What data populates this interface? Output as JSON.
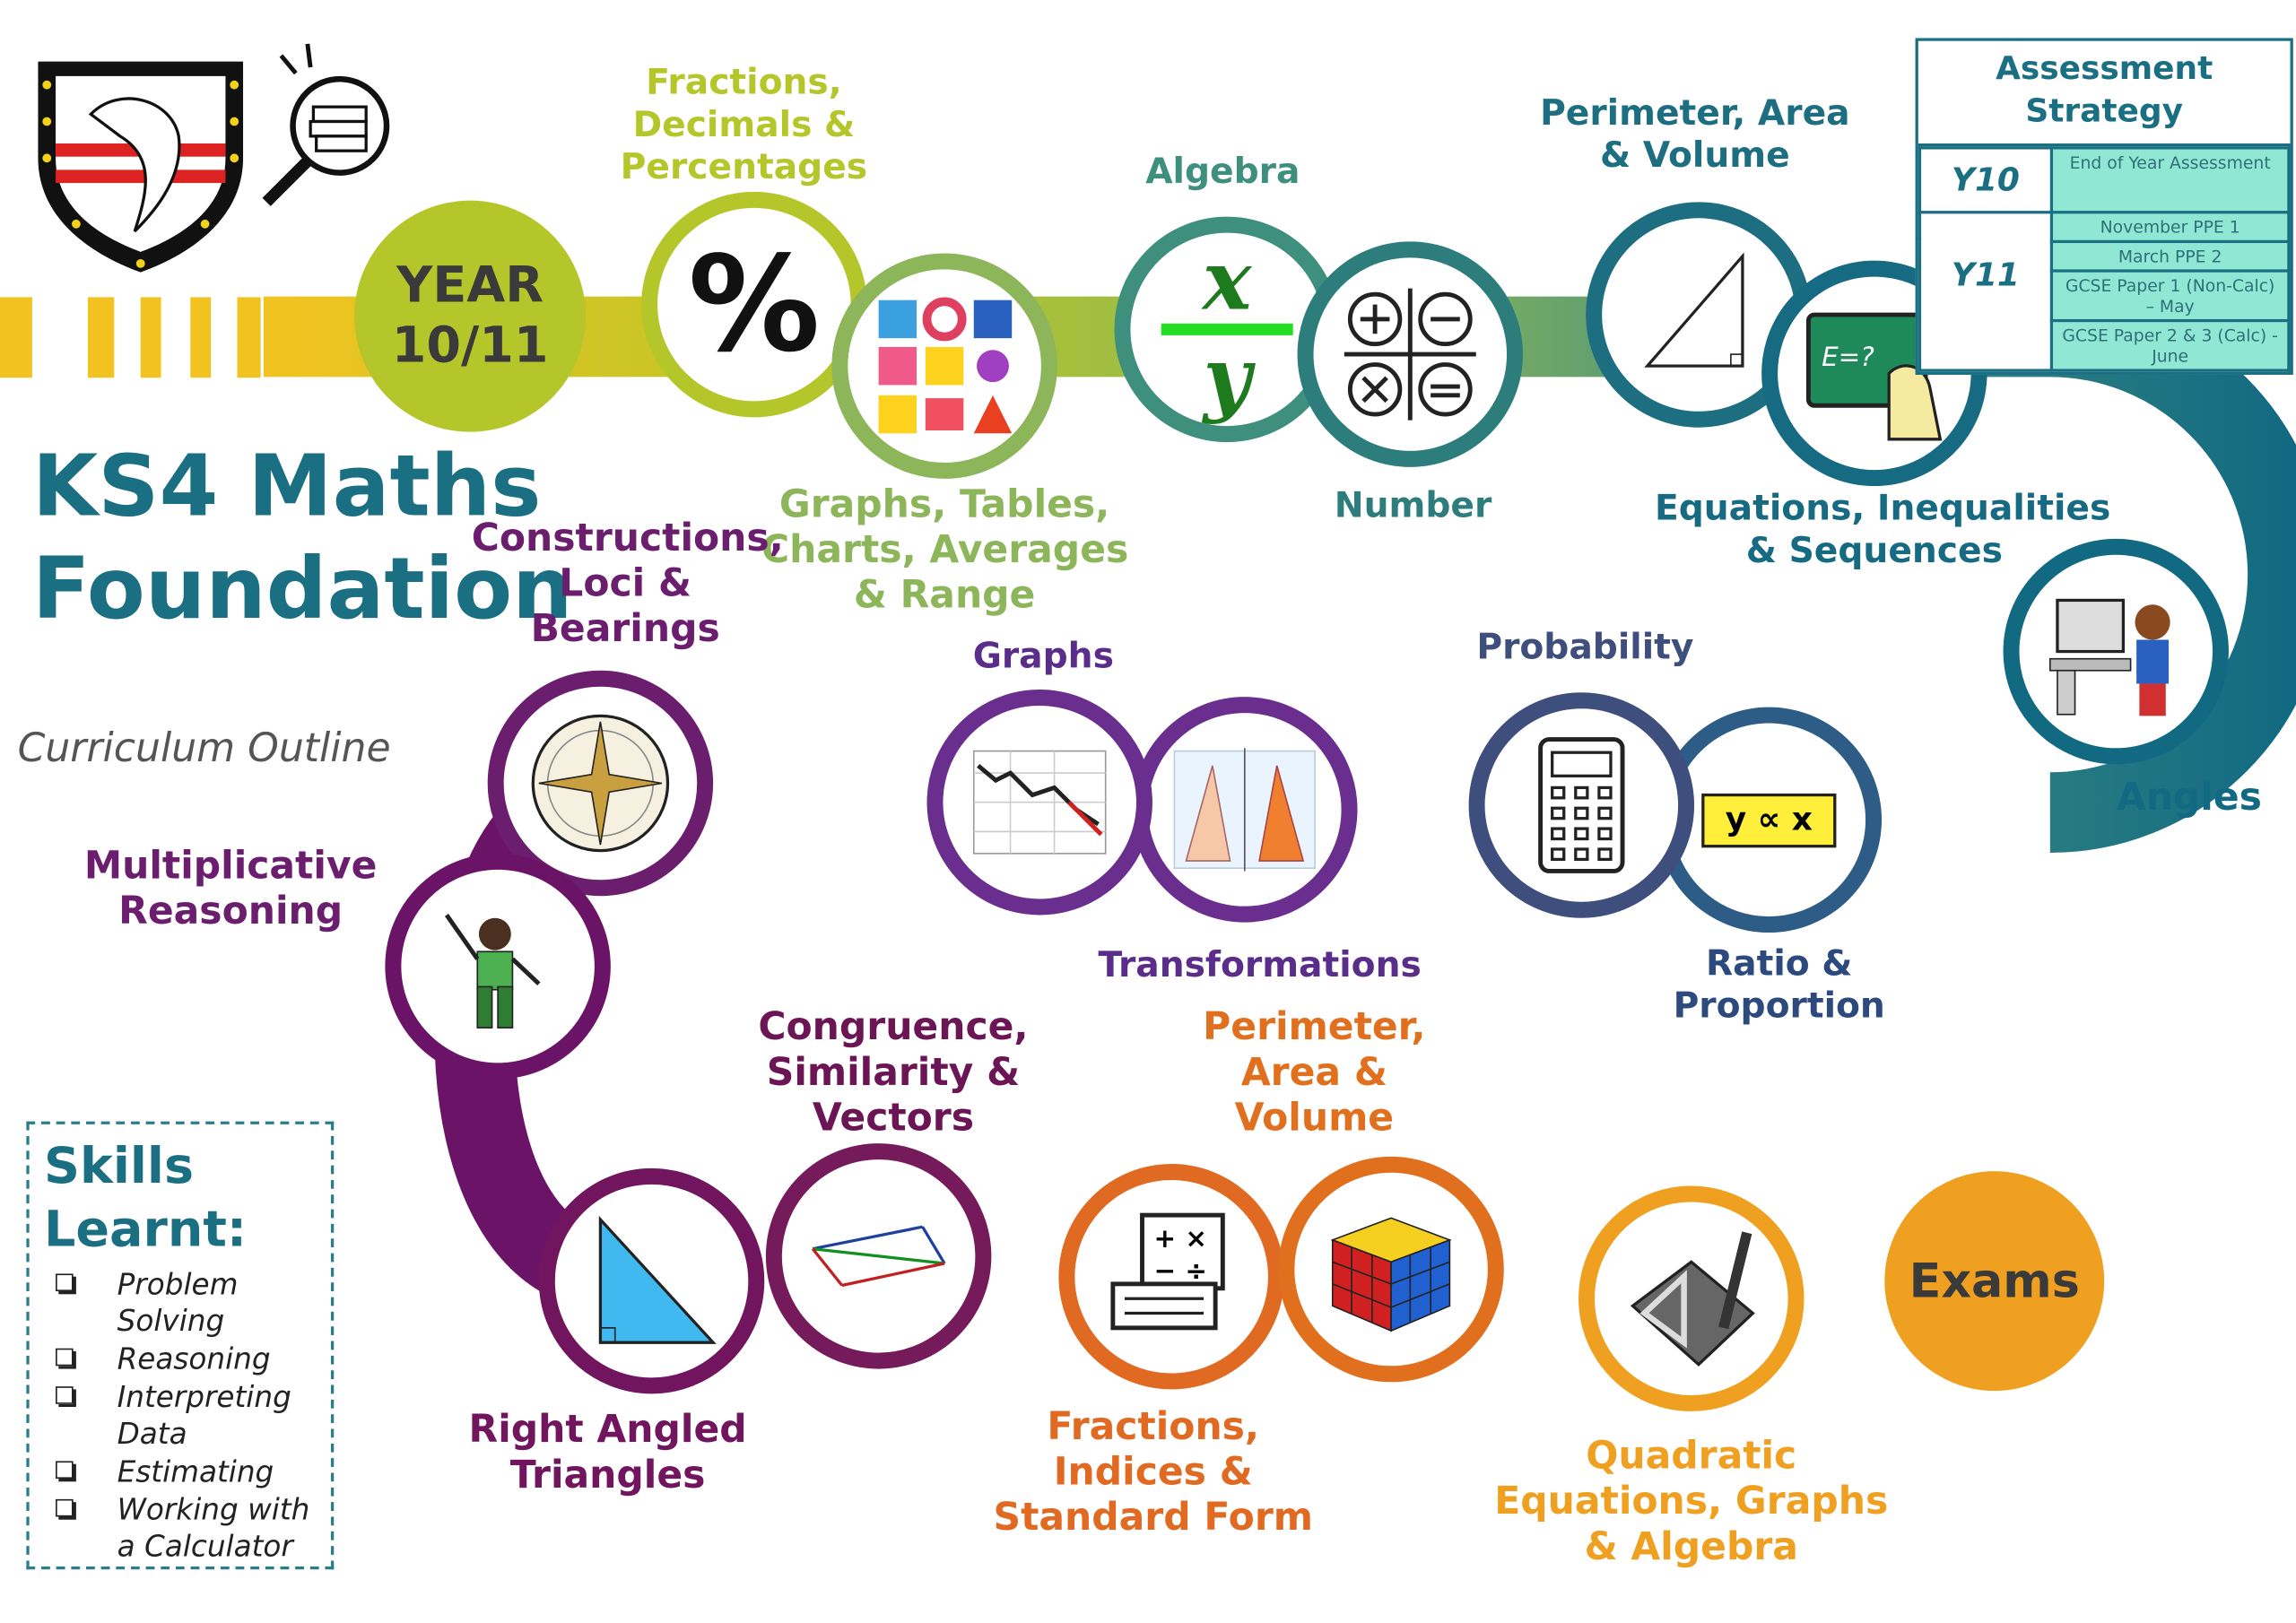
{
  "header": {
    "title_line1": "KS4 Maths",
    "title_line2": "Foundation",
    "subtitle": "Curriculum Outline",
    "year_label": "YEAR",
    "year_value": "10/11"
  },
  "topics": {
    "fdp": "Fractions,\nDecimals &\nPercentages",
    "gtc": "Graphs, Tables,\nCharts, Averages\n& Range",
    "algebra": "Algebra",
    "number": "Number",
    "pav1": "Perimeter, Area\n& Volume",
    "eis": "Equations, Inequalities\n& Sequences",
    "angles": "Angles",
    "ratio": "Ratio &\nProportion",
    "probability": "Probability",
    "transformations": "Transformations",
    "graphs": "Graphs",
    "constructions": "Constructions,\nLoci &\nBearings",
    "multiplicative": "Multiplicative\nReasoning",
    "right_angled": "Right Angled\nTriangles",
    "congruence": "Congruence,\nSimilarity &\nVectors",
    "fisf": "Fractions,\nIndices &\nStandard Form",
    "pav2": "Perimeter,\nArea &\nVolume",
    "quadratic": "Quadratic\nEquations, Graphs\n& Algebra",
    "exams": "Exams"
  },
  "icons": {
    "algebra_x": "x",
    "algebra_y": "y",
    "ratio": "y ∝ x",
    "percent": "%",
    "eq_board": "E=?"
  },
  "skills": {
    "title": "Skills\nLearnt:",
    "items": [
      "Problem Solving",
      "Reasoning",
      "Interpreting Data",
      "Estimating",
      "Working with a Calculator"
    ]
  },
  "assessment": {
    "title": "Assessment\nStrategy",
    "y10_label": "Y10",
    "y10_items": [
      "End of Year Assessment"
    ],
    "y11_label": "Y11",
    "y11_items": [
      "November PPE 1",
      "March PPE 2",
      "GCSE Paper 1 (Non-Calc) – May",
      "GCSE Paper 2 & 3 (Calc) - June"
    ]
  },
  "colors": {
    "lime": "#b5c62a",
    "teal": "#1b6f82",
    "purple": "#6a2080",
    "orange": "#e0681e",
    "amber": "#f0a020"
  }
}
